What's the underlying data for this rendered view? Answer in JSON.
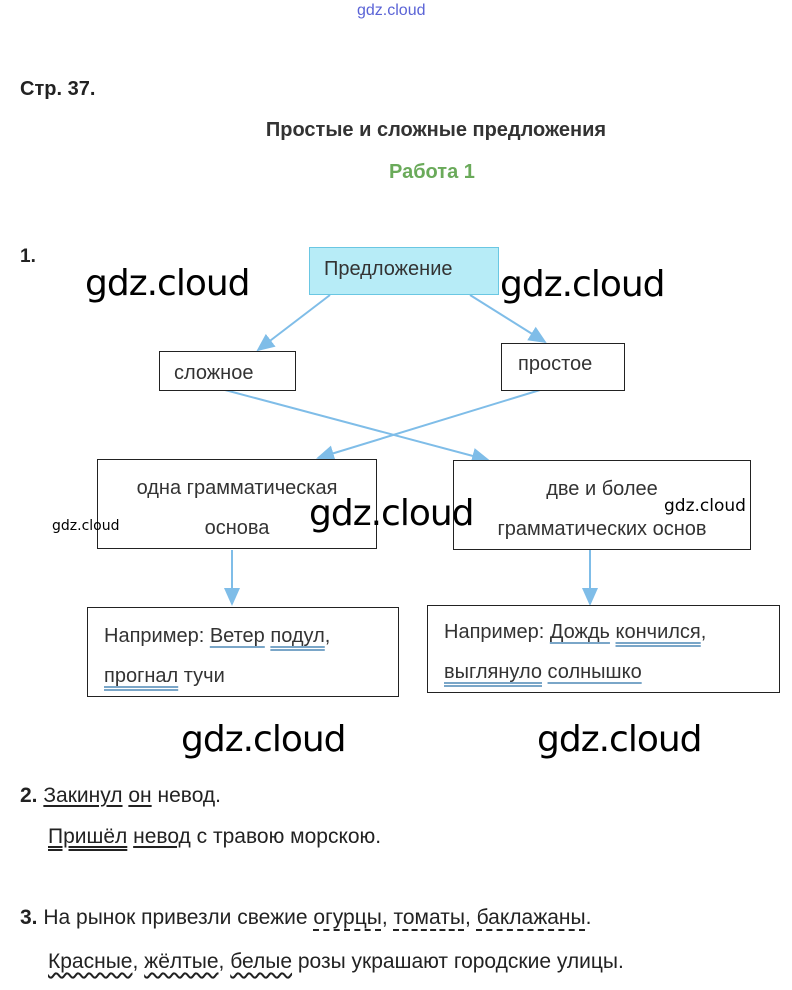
{
  "watermark_top": "gdz.cloud",
  "watermark": "gdz.cloud",
  "page_label": "Стр. 37.",
  "title": "Простые и сложные предложения",
  "subtitle": "Работа 1",
  "task1": {
    "number": "1.",
    "root": "Предложение",
    "left": "сложное",
    "right": "простое",
    "one_basis_1": "одна грамматическая",
    "one_basis_2": "основа",
    "two_basis_1": "две и более",
    "two_basis_2": "грамматических основ",
    "ex_left": {
      "label": "Например:",
      "w1": "Ветер",
      "w2": "подул",
      "comma": ",",
      "w3": "прогнал",
      "w4": "тучи"
    },
    "ex_right": {
      "label": "Например:",
      "w1": "Дождь",
      "w2": "кончился",
      "comma": ",",
      "w3": "выглянуло",
      "w4": "солнышко"
    }
  },
  "task2": {
    "number": "2.",
    "l1": {
      "w1": "Закинул",
      "w2": "он",
      "rest": "невод."
    },
    "l2": {
      "w1": "Пришёл",
      "w2": "невод",
      "rest": "с травою морскою."
    }
  },
  "task3": {
    "number": "3.",
    "l1": {
      "start": "На рынок привезли свежие",
      "w1": "огурцы",
      "w2": "томаты",
      "w3": "баклажаны",
      "c": ",",
      "end": "."
    },
    "l2": {
      "w1": "Красные",
      "w2": "жёлтые",
      "w3": "белые",
      "c": ",",
      "rest": "розы украшают городские улицы."
    }
  }
}
